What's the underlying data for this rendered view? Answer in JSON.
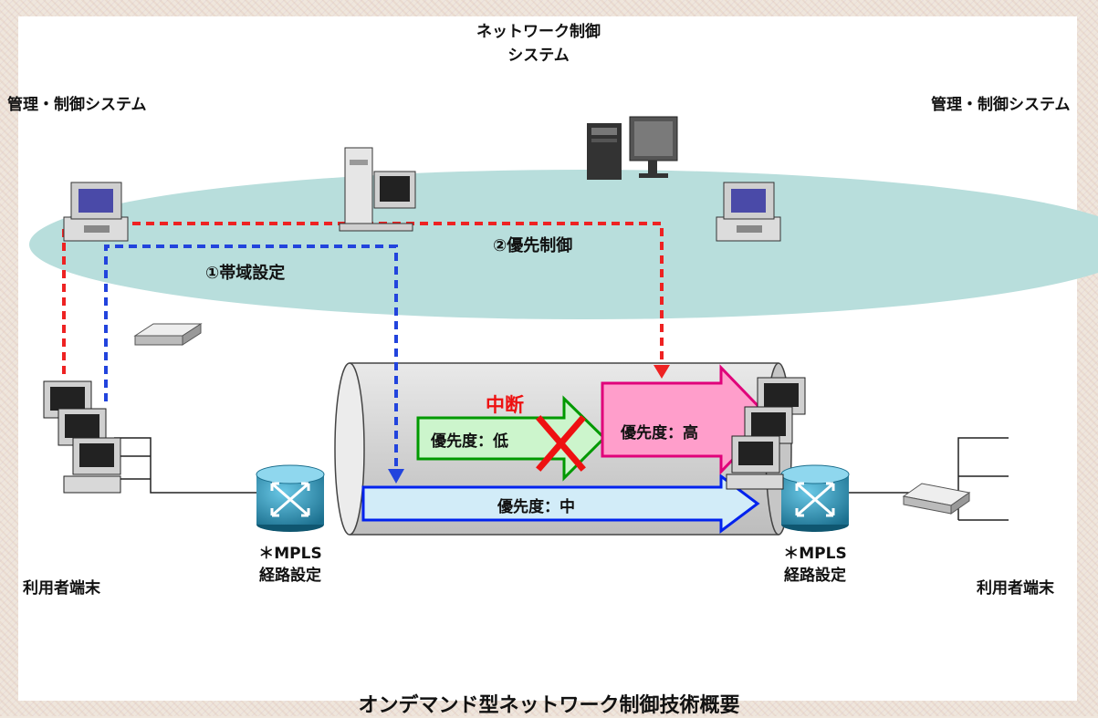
{
  "labels": {
    "network_control_line1": "ネットワーク制御",
    "network_control_line2": "システム",
    "mgmt_left": "管理・制御システム",
    "mgmt_right": "管理・制御システム",
    "step1": "①帯域設定",
    "step2": "②優先制御",
    "interrupt": "中断",
    "priority_low": "優先度：低",
    "priority_high": "優先度：高",
    "priority_mid": "優先度：中",
    "mpls_left_line1": "＊MPLS",
    "mpls_left_line2": "経路設定",
    "mpls_right_line1": "＊MPLS",
    "mpls_right_line2": "経路設定",
    "user_left": "利用者端末",
    "user_right": "利用者端末",
    "caption": "オンデマンド型ネットワーク制御技術概要"
  },
  "colors": {
    "ellipse": "#b8dedc",
    "tunnel": "#d4d4d4",
    "red_dash": "#ee2222",
    "blue_dash": "#2244dd",
    "low_arrow_fill": "#ccf5cc",
    "low_arrow_stroke": "#009900",
    "high_arrow_fill": "#ff9ecb",
    "high_arrow_stroke": "#e0007a",
    "mid_arrow_fill": "#d2ecf8",
    "mid_arrow_stroke": "#0022ee",
    "cross": "#ee1111",
    "router": "#2a8fb0"
  },
  "icons": [
    "server-tower-icon",
    "desktop-pc-icon",
    "router-icon",
    "switch-hub-icon",
    "workstation-icon",
    "cross-mark-icon"
  ]
}
